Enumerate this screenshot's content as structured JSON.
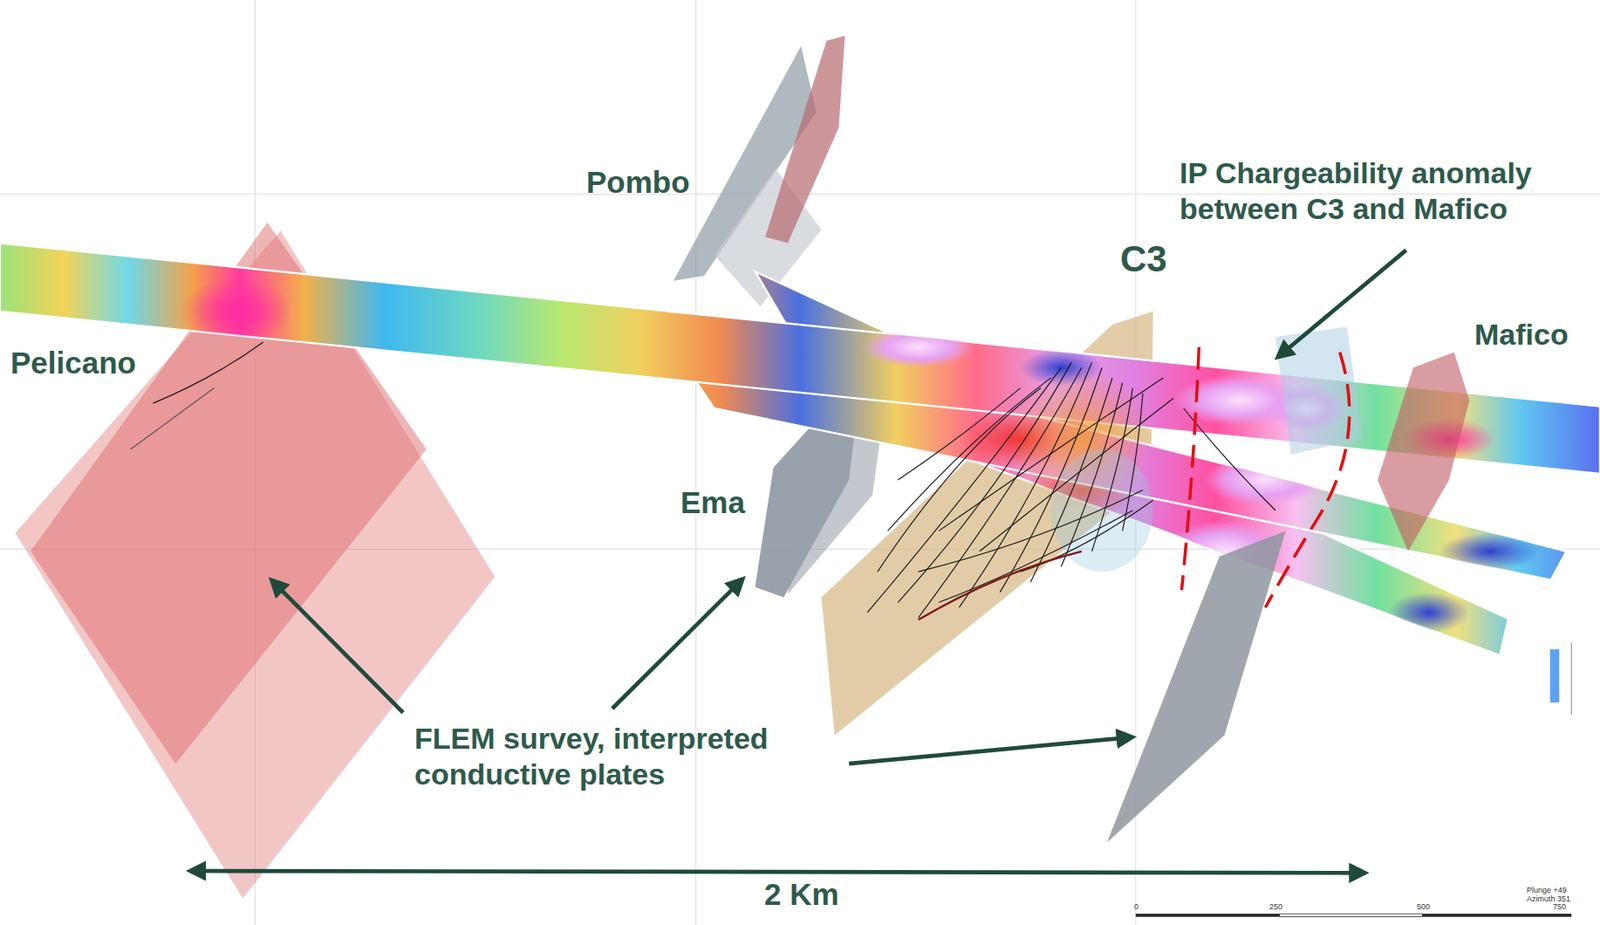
{
  "diagram": {
    "labels": [
      "Pombo",
      "C3",
      "IP Chargeability anomaly between C3 and Mafico",
      "Mafico",
      "Pelicano",
      "Ema",
      "FLEM survey, interpreted conductive plates",
      "2 Km",
      "0",
      "250",
      "500",
      "750",
      "Plunge +49",
      "Azimuth 351"
    ]
  }
}
